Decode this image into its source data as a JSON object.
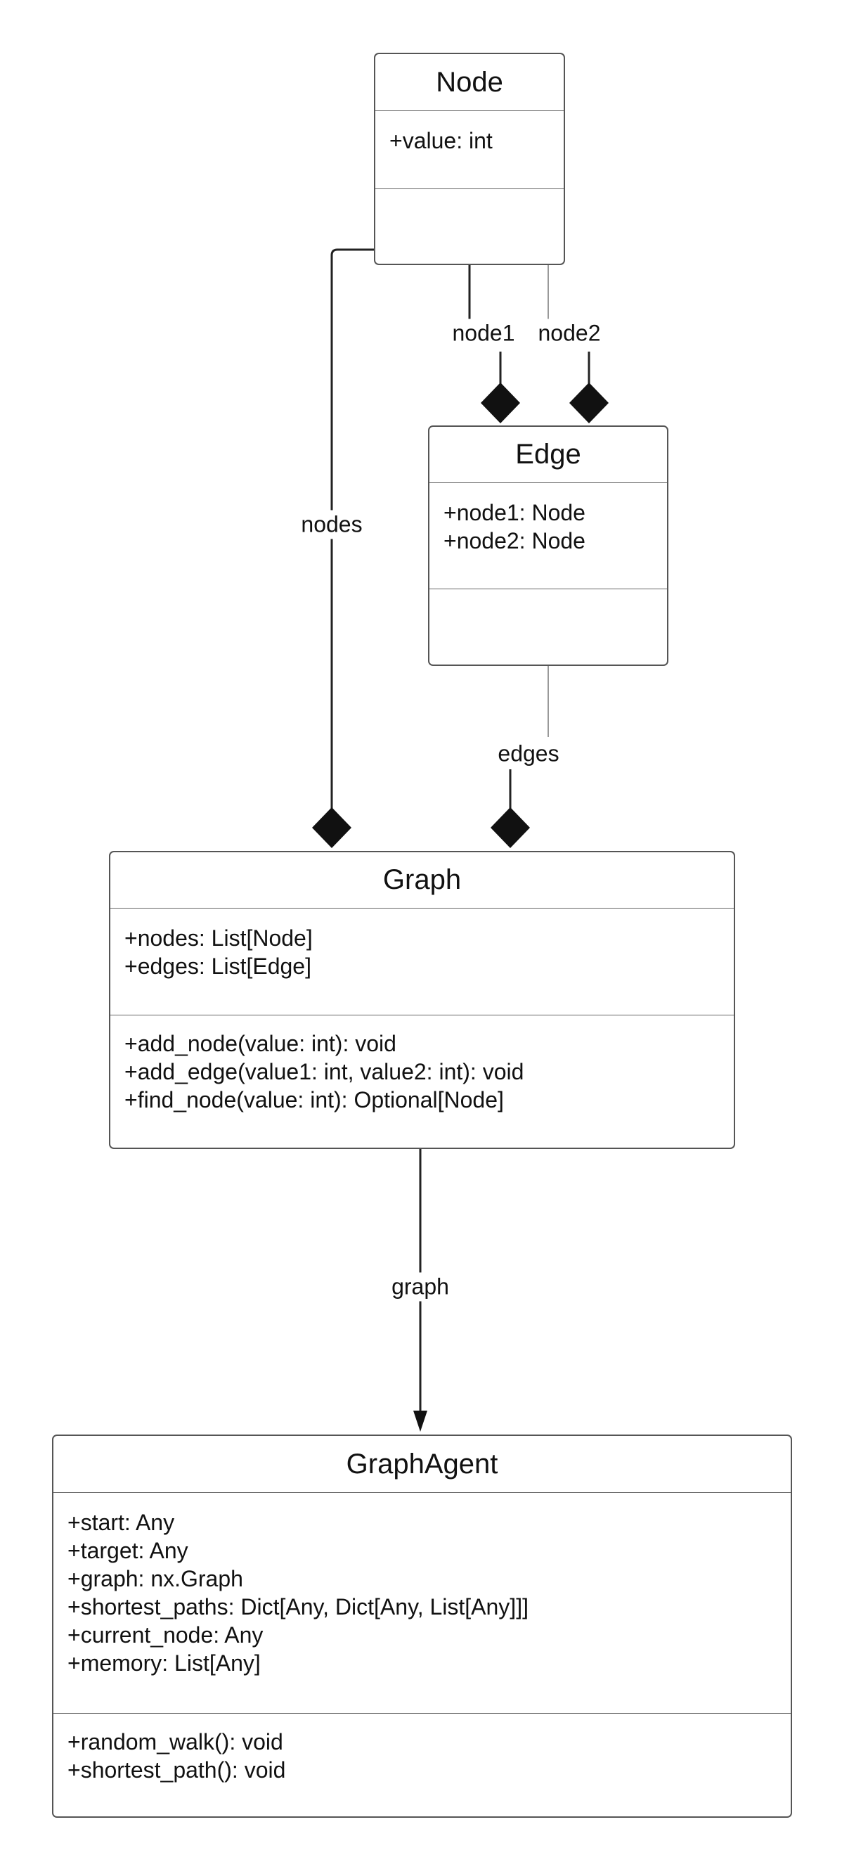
{
  "classes": {
    "node": {
      "name": "Node",
      "attributes": [
        "+value: int"
      ],
      "operations": []
    },
    "edge": {
      "name": "Edge",
      "attributes": [
        "+node1: Node",
        "+node2: Node"
      ],
      "operations": []
    },
    "graph": {
      "name": "Graph",
      "attributes": [
        "+nodes: List[Node]",
        "+edges: List[Edge]"
      ],
      "operations": [
        "+add_node(value: int): void",
        "+add_edge(value1: int, value2: int): void",
        "+find_node(value: int): Optional[Node]"
      ]
    },
    "graph_agent": {
      "name": "GraphAgent",
      "attributes": [
        "+start: Any",
        "+target: Any",
        "+graph: nx.Graph",
        "+shortest_paths: Dict[Any, Dict[Any, List[Any]]]",
        "+current_node: Any",
        "+memory: List[Any]"
      ],
      "operations": [
        "+random_walk(): void",
        "+shortest_path(): void"
      ]
    }
  },
  "relations": {
    "node1": "node1",
    "node2": "node2",
    "nodes": "nodes",
    "edges": "edges",
    "graph": "graph"
  }
}
